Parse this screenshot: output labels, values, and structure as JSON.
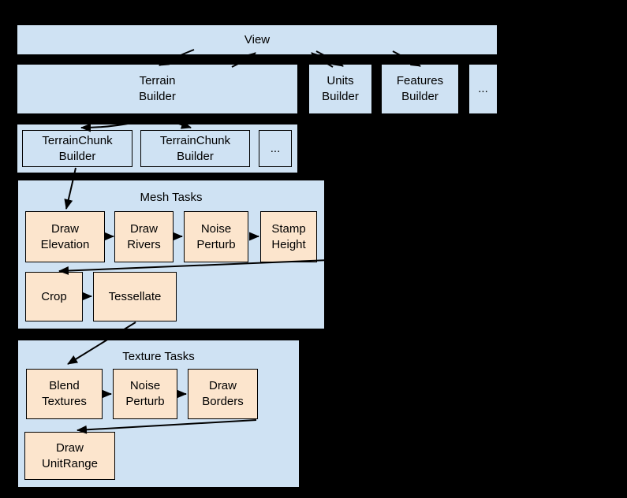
{
  "colors": {
    "background": "#000000",
    "container_fill": "#cfe2f3",
    "task_fill": "#fce5cd",
    "line": "#000000",
    "text": "#000000"
  },
  "nodes": {
    "view": {
      "label": "View"
    },
    "terrain_builder": {
      "label": "Terrain\nBuilder"
    },
    "units_builder": {
      "label": "Units\nBuilder"
    },
    "features_builder": {
      "label": "Features\nBuilder"
    },
    "builders_overflow": {
      "label": "..."
    },
    "terrain_chunk_builder_1": {
      "label": "TerrainChunk\nBuilder"
    },
    "terrain_chunk_builder_2": {
      "label": "TerrainChunk\nBuilder"
    },
    "chunk_overflow": {
      "label": "..."
    },
    "mesh_tasks": {
      "label": "Mesh Tasks"
    },
    "draw_elevation": {
      "label": "Draw\nElevation"
    },
    "draw_rivers": {
      "label": "Draw\nRivers"
    },
    "noise_perturb_mesh": {
      "label": "Noise\nPerturb"
    },
    "stamp_height": {
      "label": "Stamp\nHeight"
    },
    "crop": {
      "label": "Crop"
    },
    "tessellate": {
      "label": "Tessellate"
    },
    "texture_tasks": {
      "label": "Texture Tasks"
    },
    "blend_textures": {
      "label": "Blend\nTextures"
    },
    "noise_perturb_texture": {
      "label": "Noise\nPerturb"
    },
    "draw_borders": {
      "label": "Draw\nBorders"
    },
    "draw_unit_range": {
      "label": "Draw\nUnitRange"
    }
  },
  "edges": [
    {
      "from": "view",
      "to": "terrain_builder"
    },
    {
      "from": "terrain_builder",
      "to": "view"
    },
    {
      "from": "view",
      "to": "units_builder"
    },
    {
      "from": "units_builder",
      "to": "view"
    },
    {
      "from": "view",
      "to": "features_builder"
    },
    {
      "from": "terrain_builder",
      "to": "terrain_chunk_builder_1"
    },
    {
      "from": "terrain_builder",
      "to": "terrain_chunk_builder_2"
    },
    {
      "from": "terrain_chunk_builder_1",
      "to": "draw_elevation"
    },
    {
      "from": "draw_elevation",
      "to": "draw_rivers"
    },
    {
      "from": "draw_rivers",
      "to": "noise_perturb_mesh"
    },
    {
      "from": "noise_perturb_mesh",
      "to": "stamp_height"
    },
    {
      "from": "stamp_height",
      "to": "crop"
    },
    {
      "from": "crop",
      "to": "tessellate"
    },
    {
      "from": "tessellate",
      "to": "blend_textures"
    },
    {
      "from": "blend_textures",
      "to": "noise_perturb_texture"
    },
    {
      "from": "noise_perturb_texture",
      "to": "draw_borders"
    },
    {
      "from": "draw_borders",
      "to": "draw_unit_range"
    }
  ]
}
